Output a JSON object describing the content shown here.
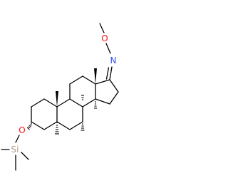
{
  "molecule": {
    "atoms": {
      "oxime_oxygen": {
        "label": "O",
        "color": "#ff0d0d"
      },
      "oxime_nitrogen": {
        "label": "N",
        "color": "#3050f8"
      },
      "ether_oxygen": {
        "label": "O",
        "color": "#ff0d0d"
      },
      "silicon": {
        "label": "Si",
        "color": "#b09a86"
      }
    },
    "substituents": [
      "methoxyimino",
      "trimethylsilyloxy"
    ],
    "bond_color": "#000000"
  }
}
